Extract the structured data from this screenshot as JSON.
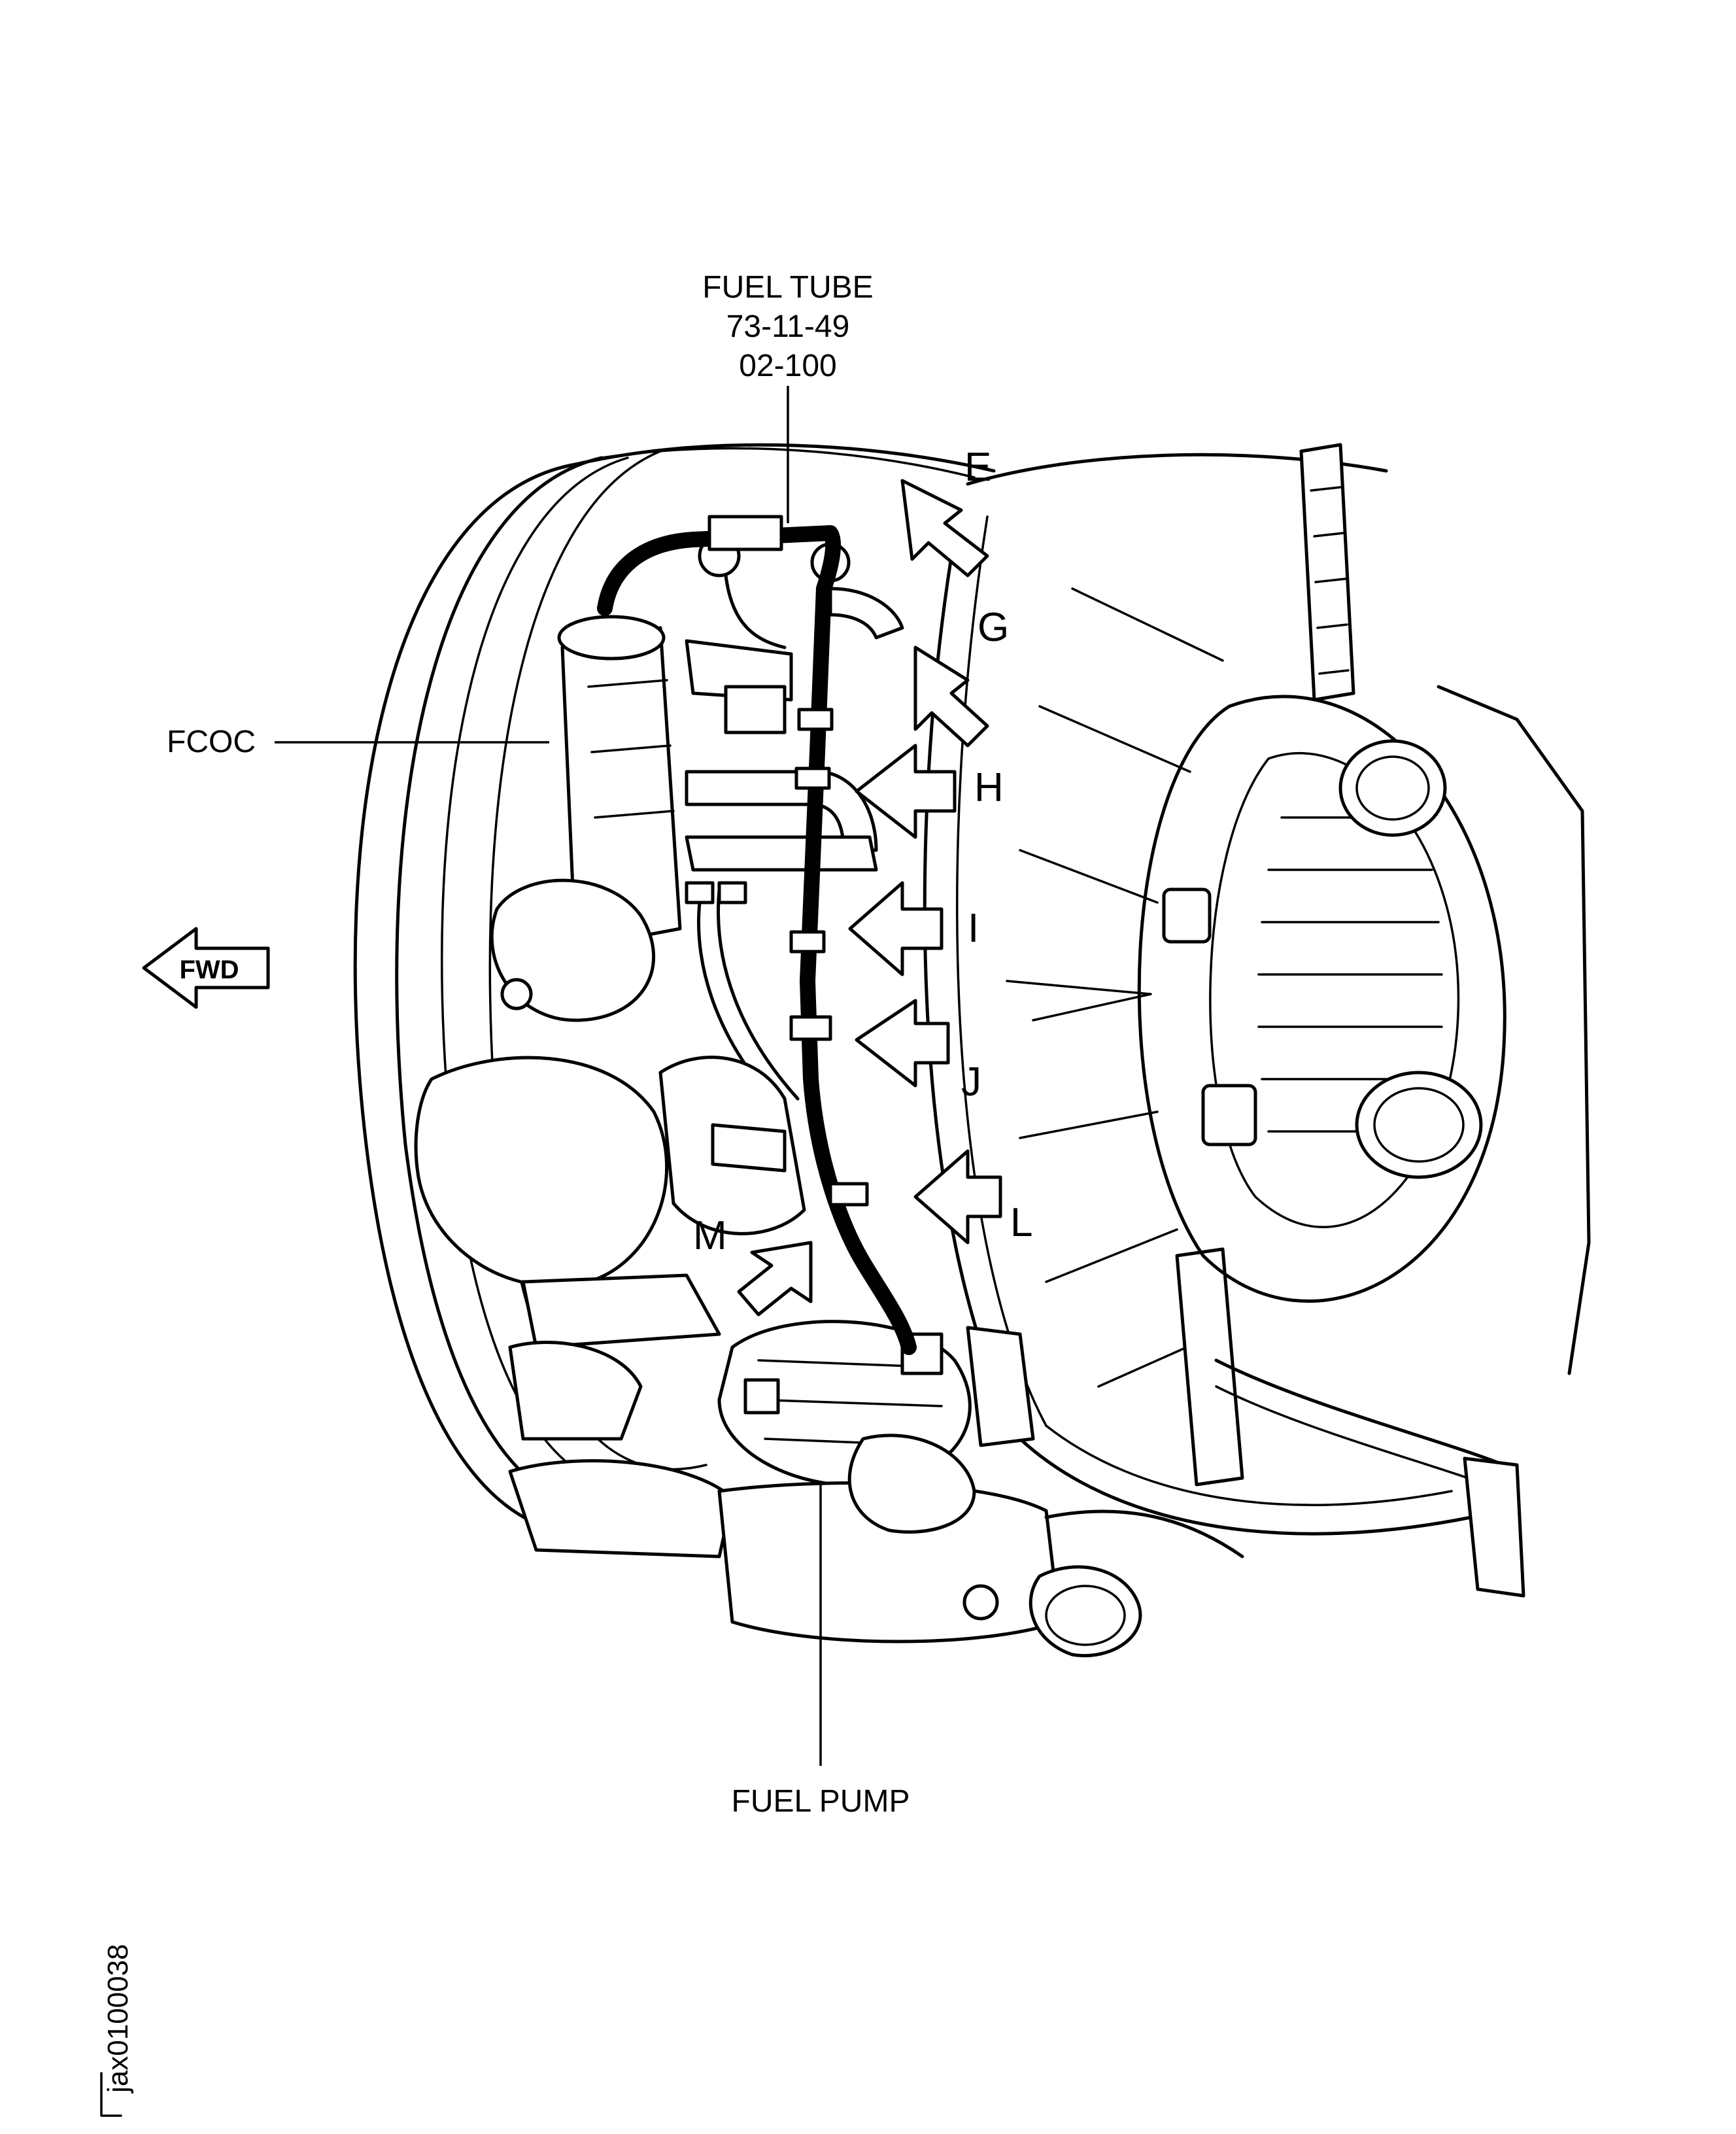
{
  "labels": {
    "fuel_tube_title": "FUEL  TUBE",
    "fuel_tube_ref1": "73-11-49",
    "fuel_tube_ref2": "02-100",
    "fcoc": "FCOC",
    "fuel_pump": "FUEL  PUMP",
    "fwd": "FWD",
    "figure_id": "jax0100038"
  },
  "view_letters": [
    "E",
    "G",
    "H",
    "I",
    "J",
    "L",
    "M"
  ]
}
